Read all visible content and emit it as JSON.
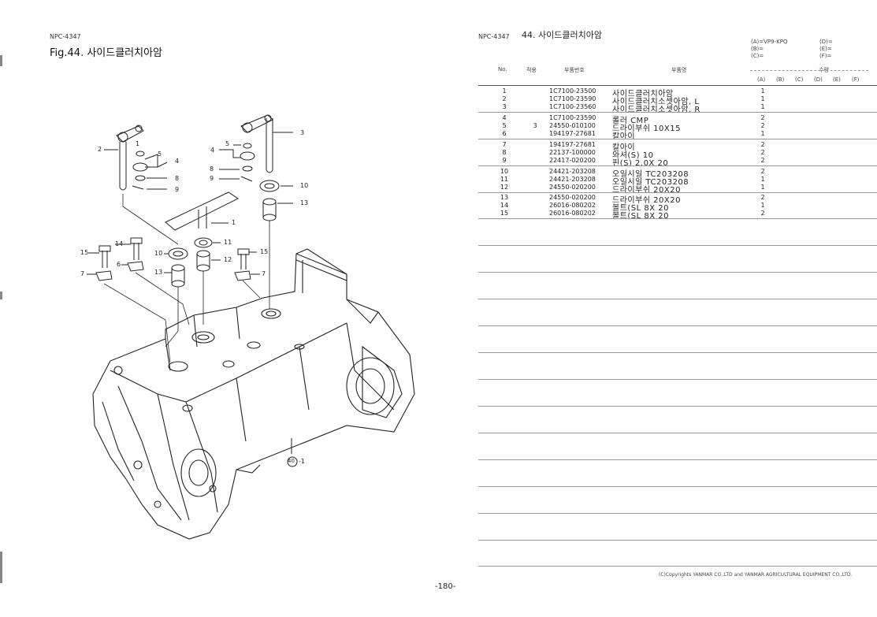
{
  "left_page": {
    "npc": "NPC-4347",
    "fig_title": "Fig.44.  사이드클러치아암",
    "callouts": [
      "1",
      "2",
      "3",
      "4",
      "5",
      "6",
      "7",
      "8",
      "9",
      "10",
      "11",
      "12",
      "13",
      "14",
      "15"
    ],
    "housing_ref_num": "40",
    "housing_ref_suffix": "-1"
  },
  "right_page": {
    "npc": "NPC-4347",
    "section_title": "44.  사이드클러치아암",
    "model_codes": {
      "a": "(A)=VP9-KPQ",
      "b": "(B)=",
      "c": "(C)=",
      "d": "(D)=",
      "e": "(E)=",
      "f": "(F)="
    },
    "headers": {
      "no": "No.",
      "ref": "적용",
      "part_no": "부품번호",
      "name": "부품명",
      "qty": "수량",
      "cols": [
        "(A)",
        "(B)",
        "(C)",
        "(D)",
        "(E)",
        "(F)"
      ]
    },
    "rows": [
      {
        "no": "1",
        "ref": "",
        "pn": "1C7100-23500",
        "name": "사이드클러치아암",
        "q": "1"
      },
      {
        "no": "2",
        "ref": "",
        "pn": "1C7100-23590",
        "name": "사이드클러치소셋아암, L",
        "q": "1"
      },
      {
        "no": "3",
        "ref": "",
        "pn": "1C7100-23560",
        "name": "사이드클러치소셋아암, R",
        "q": "1"
      },
      {
        "no": "4",
        "ref": "",
        "pn": "1C7100-23590",
        "name": "롤러 CMP",
        "q": "2"
      },
      {
        "no": "5",
        "ref": "3",
        "pn": "24550-010100",
        "name": "드라이부쉬 10X15",
        "q": "2"
      },
      {
        "no": "6",
        "ref": "",
        "pn": "194197-27681",
        "name": "칼아이",
        "q": "1"
      },
      {
        "no": "7",
        "ref": "",
        "pn": "194197-27681",
        "name": "칼아이",
        "q": "2"
      },
      {
        "no": "8",
        "ref": "",
        "pn": "22137-100000",
        "name": "와셔(S) 10",
        "q": "2"
      },
      {
        "no": "9",
        "ref": "",
        "pn": "22417-020200",
        "name": "핀(S) 2.0X 20",
        "q": "2"
      },
      {
        "no": "10",
        "ref": "",
        "pn": "24421-203208",
        "name": "오일시일 TC203208",
        "q": "2"
      },
      {
        "no": "11",
        "ref": "",
        "pn": "24421-203208",
        "name": "오일시일 TC203208",
        "q": "1"
      },
      {
        "no": "12",
        "ref": "",
        "pn": "24550-020200",
        "name": "드라이부쉬 20X20",
        "q": "1"
      },
      {
        "no": "13",
        "ref": "",
        "pn": "24550-020200",
        "name": "드라이부쉬 20X20",
        "q": "2"
      },
      {
        "no": "14",
        "ref": "",
        "pn": "26016-080202",
        "name": "볼트(SL  8X 20",
        "q": "1"
      },
      {
        "no": "15",
        "ref": "",
        "pn": "26016-080202",
        "name": "볼트(SL  8X 20",
        "q": "2"
      }
    ],
    "copyright": "(C)Copyrights  YANMAR CO.,LTD and YANMAR AGRICULTURAL EQUIPMENT CO.,LTD."
  },
  "page_number": "-180-"
}
